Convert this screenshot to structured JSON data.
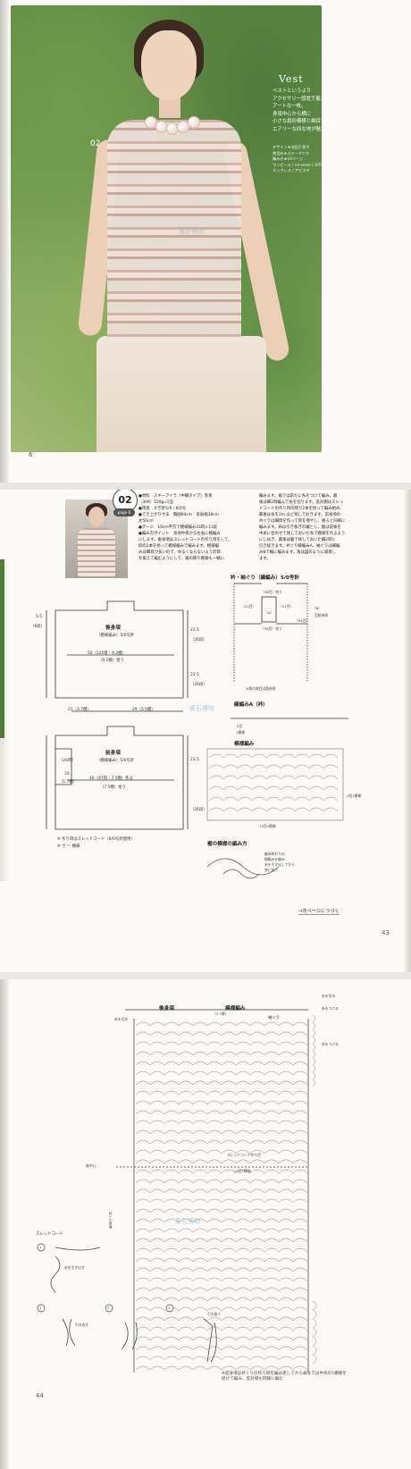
{
  "page1": {
    "page_number": "6",
    "label": "02",
    "title": "Vest",
    "description": [
      "ベストというより",
      "アクセサリー感覚で着たい、",
      "アートな一枚。",
      "身頃中心から横に",
      "小さな扇形模様と細目で編んだ、",
      "エアリーな四な地が魅力です。"
    ],
    "credits": [
      "デザイン★池田千恵子",
      "使用糸★スキーアイラ",
      "編み方★43ページ",
      "ワンピース / ne-viene ( VITA showroom )",
      "ネックレス / アビステ"
    ],
    "watermark": "黄石博物"
  },
  "page2": {
    "page_number": "43",
    "badge_number": "02",
    "badge_page": "page 6",
    "materials": [
      "●材料　スキーアイラ（中細タイプ）赤系",
      "（306）120g=5玉",
      "●用具　かぎ針5/0・6/0号",
      "●でき上がり寸法　胸囲94cm　背肩幅38cm",
      "丈50cm",
      "●ゲージ　10cm平方で模様編み24目×11段",
      "●編み方ポイント　身頃中央から左右に横編み",
      "にします。後身頃はスレッドコードの作り目をして、",
      "続の2本を拾って模様編みで編みます。模様編",
      "みは細目が多いので、ゆるくならないよう針目",
      "を揃えて編むようにして、裾の飾り模様も一緒に"
    ],
    "howto": [
      "編みます。裾では前だに糸をつけて編み。最",
      "後は細2目編んで糸を切ります。反対側はスレッ",
      "ドコードの作り目の残り2本を拾って編み始め、",
      "最後は糸を2m ほど残しておきます。前身頃の",
      "衿ぐりは細目を作って目を増やし、後ろと同様に",
      "編みます。肩は引き抜きの綴とじ、脇は前後を",
      "中表に合わせて残しておいた糸で模様を作るよう",
      "にしはぎ。最後は脇で残しておいた細2目に",
      "引き抜きます。衿ぐり縁編みA、袖ぐりは縁編",
      "みBで輪に編みます。角は図のように減目し",
      "ます。"
    ],
    "back_title": "後身頃",
    "back_sub": "（模様編み）5/0号針",
    "back_width": "50（120目・9.2模）",
    "back_pick": "（9.2模）拾う",
    "front_title": "前身頃",
    "front_sub": "（模様編み）5/0号針",
    "front_width": "40（97目・7.5模）作る",
    "front_pick": "（7.5模）拾う",
    "shoulder_label": "21（3.7模）",
    "width_label": "29（5.5模）",
    "dim_235": "23.5",
    "dim_26": "（26段）",
    "dim_55": "5.5",
    "dim_6": "（6段）",
    "dim_10": "10",
    "dim_24": "（24目）",
    "dim_17": "（1.7模）",
    "neck_title": "衿・袖ぐり（縁編み）5/0号針",
    "neck_pick_top": "（38目）拾う",
    "neck_pick_bottom": "（38目）拾う",
    "neck_22": "（22目）",
    "neck_21": "（21目）",
    "neck_a": "（A）",
    "neck_b": "（B）",
    "neck_94": "（94目）",
    "neck_round": "回拾参照",
    "note_pick": "※角の減目は図参照",
    "edge_title": "縁編みA（衿）",
    "edge_repeat": "5目",
    "edge_unit": "1模様",
    "pattern_title": "模様編み",
    "pattern_13": "13目1模様",
    "pattern_2": "2段1模様",
    "hem_title": "裾の模様の編み方",
    "hem_note": [
      "編み終わりの",
      "細編みを編み",
      "糸を引き出してから",
      "束に拾う"
    ],
    "footnote_1": "※ 作り目はスレッドコード（6/0号針使用）",
    "footnote_2": "※ 寸 ＝ 横様",
    "next": "→次ページにつづく",
    "watermark": "黄石博物"
  },
  "page3": {
    "page_number": "44",
    "title_back": "後身頃",
    "title_pattern": "模様編み",
    "title_arm": "袖ぐり",
    "cut_yarn": "糸を切る",
    "attach_yarn": "糸をつける",
    "width_37": "（3.7模）",
    "center_back": "後中心",
    "cord_label": "スレッドコード",
    "cord_start": "スレッドコード作り目",
    "cord_pick": "13目1模様",
    "center_line": "衿ぐり身頃",
    "steps": [
      "1",
      "2",
      "3",
      "4"
    ],
    "step_notes": [
      "糸を引き出す",
      "引き出す",
      "引き抜く"
    ],
    "bottom_note_1": "※前身頃は衿ぐりの作り目を編み足してから裾までは中央の1模様を",
    "bottom_note_2": "続けて編み、反対側も同様に編む",
    "watermark": "黄石博物"
  }
}
